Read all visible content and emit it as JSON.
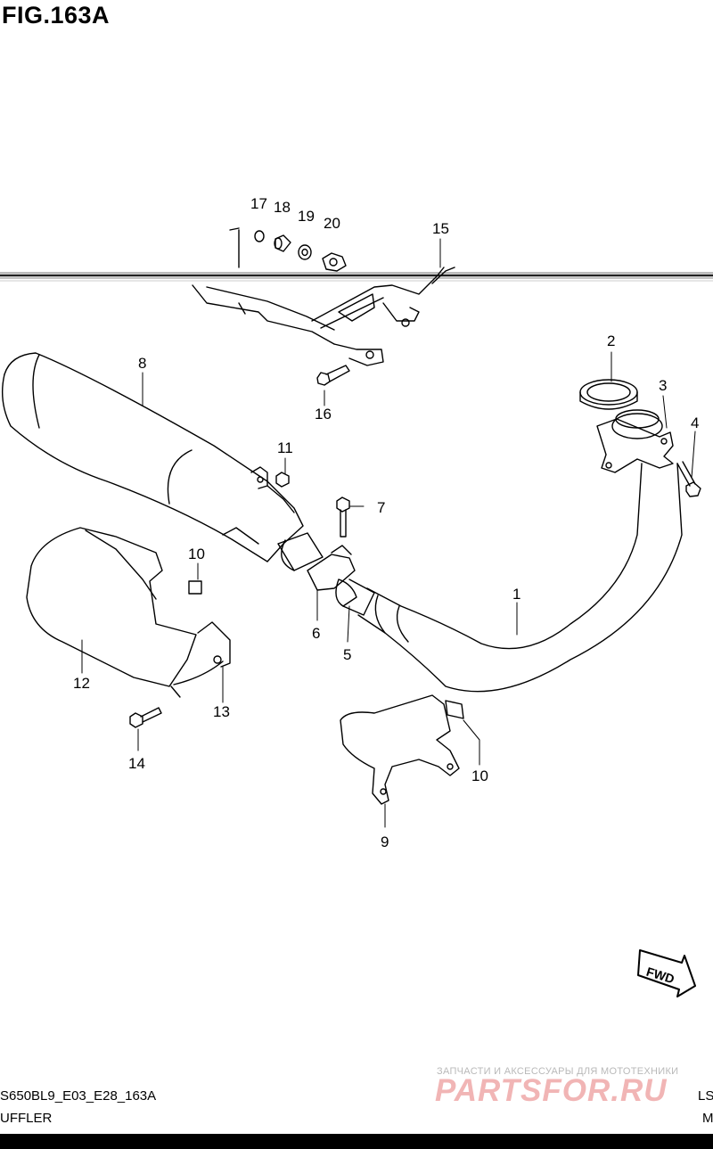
{
  "figure": {
    "title": "FIG.163A",
    "code": "S650BL9_E03_E28_163A",
    "name": "UFFLER",
    "right_code_fragment": "LS",
    "right_name_fragment": "M"
  },
  "watermark": {
    "caption": "ЗАПЧАСТИ И АКСЕССУАРЫ ДЛЯ МОТОТЕХНИКИ",
    "logo_text": "PARTSFOR.RU"
  },
  "direction_badge": "FWD",
  "colors": {
    "line": "#000000",
    "watermark": "#e07878",
    "background": "#ffffff"
  },
  "callouts": [
    {
      "id": "c1",
      "label": "1"
    },
    {
      "id": "c2",
      "label": "2"
    },
    {
      "id": "c3",
      "label": "3"
    },
    {
      "id": "c4",
      "label": "4"
    },
    {
      "id": "c5",
      "label": "5"
    },
    {
      "id": "c6",
      "label": "6"
    },
    {
      "id": "c7",
      "label": "7"
    },
    {
      "id": "c8",
      "label": "8"
    },
    {
      "id": "c9",
      "label": "9"
    },
    {
      "id": "c10a",
      "label": "10"
    },
    {
      "id": "c10b",
      "label": "10"
    },
    {
      "id": "c11",
      "label": "11"
    },
    {
      "id": "c12",
      "label": "12"
    },
    {
      "id": "c13",
      "label": "13"
    },
    {
      "id": "c14",
      "label": "14"
    },
    {
      "id": "c15",
      "label": "15"
    },
    {
      "id": "c16",
      "label": "16"
    },
    {
      "id": "c17",
      "label": "17"
    },
    {
      "id": "c18",
      "label": "18"
    },
    {
      "id": "c19",
      "label": "19"
    },
    {
      "id": "c20",
      "label": "20"
    }
  ]
}
